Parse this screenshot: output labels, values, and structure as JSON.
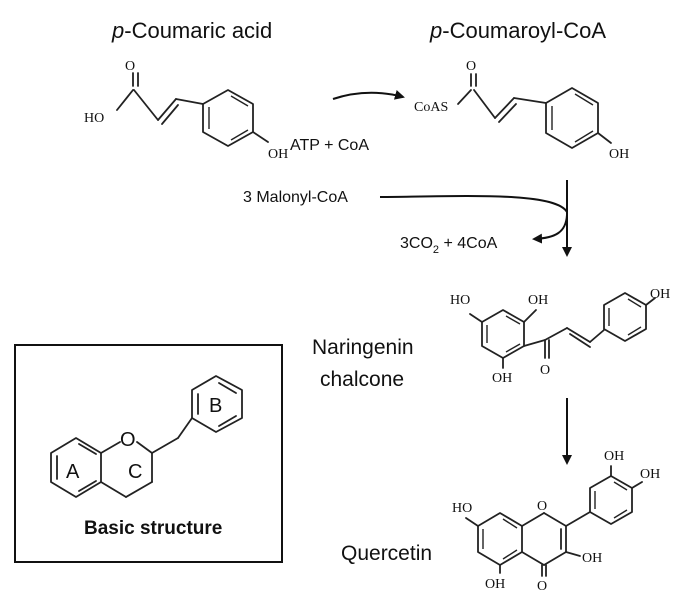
{
  "compounds": {
    "coumaric": {
      "prefix": "p",
      "name": "-Coumaric acid",
      "ho": "HO",
      "o": "O",
      "oh": "OH"
    },
    "coumaroyl": {
      "prefix": "p",
      "name": "-Coumaroyl-CoA",
      "coas": "CoAS",
      "o": "O",
      "oh": "OH"
    },
    "chalcone": {
      "name_line1": "Naringenin",
      "name_line2": "chalcone",
      "ho": "HO",
      "oh_top": "OH",
      "oh_bottom": "OH",
      "oh_right": "OH",
      "o": "O"
    },
    "quercetin": {
      "name": "Quercetin",
      "ho": "HO",
      "oh_top1": "OH",
      "oh_top2": "OH",
      "oh_right": "OH",
      "oh_bottom": "OH",
      "o_ring": "O",
      "o_keto": "O"
    }
  },
  "reagents": {
    "atp_coa": "ATP + CoA",
    "malonyl": "3 Malonyl-CoA",
    "co2_pre": "3CO",
    "co2_sub": "2",
    "co2_post": " + 4CoA"
  },
  "basic_structure": {
    "ring_a": "A",
    "ring_b": "B",
    "ring_c": "C",
    "o": "O",
    "caption": "Basic structure"
  }
}
